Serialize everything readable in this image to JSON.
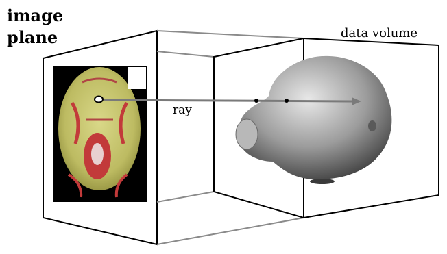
{
  "labels": {
    "image_plane_line1": "image",
    "image_plane_line2": "plane",
    "data_volume": "data volume",
    "ray": "ray"
  },
  "colors": {
    "frame_line": "#000000",
    "guide_line": "#8a8a8a",
    "image_background": "#000000",
    "skull_fill": "#c9c77a",
    "skull_accent": "#c23a3a",
    "ray_color": "#7a7a7a",
    "volume_fill": "#9a9a9a"
  }
}
